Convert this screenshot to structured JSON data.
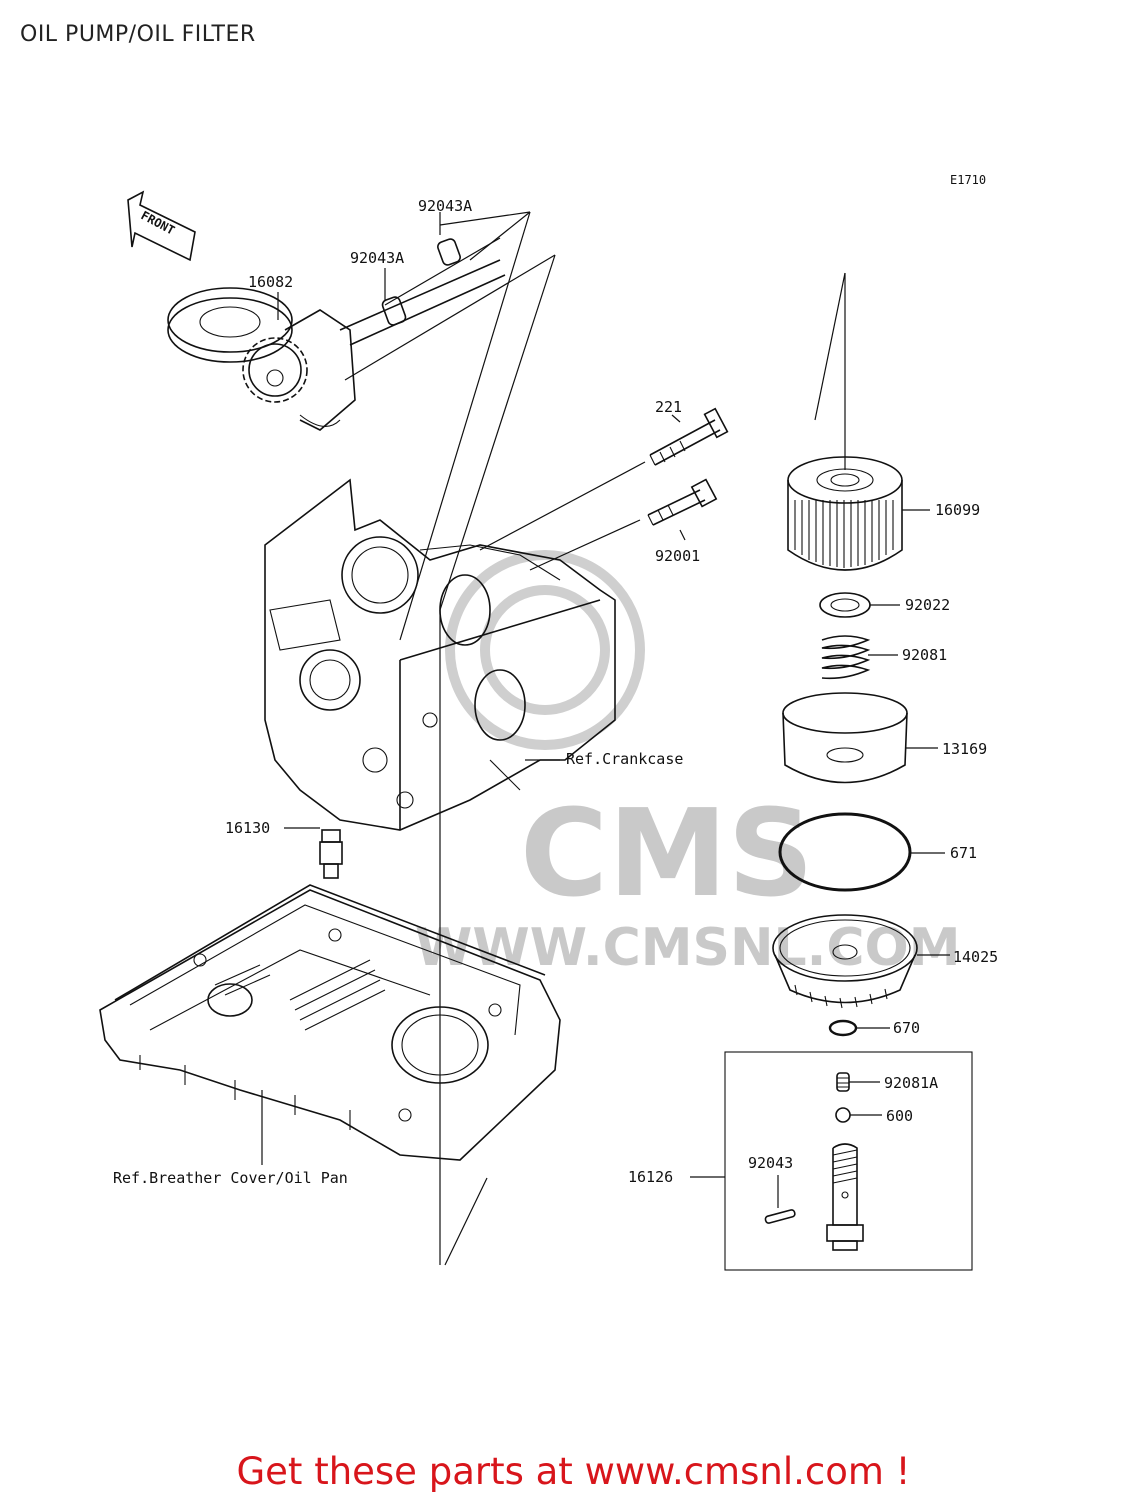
{
  "page": {
    "title": "OIL PUMP/OIL FILTER"
  },
  "diagram": {
    "code": "E1710",
    "front_label": "FRONT",
    "watermark": {
      "brand": "CMS",
      "url": "WWW.CMSNL.COM",
      "color": "#c9c9c9"
    },
    "parts": {
      "p92043a_top": "92043A",
      "p92043a_low": "92043A",
      "p16082": "16082",
      "p221": "221",
      "p92001": "92001",
      "p16099": "16099",
      "p92022": "92022",
      "p92081": "92081",
      "p13169": "13169",
      "p671": "671",
      "p14025": "14025",
      "p670": "670",
      "p92081a": "92081A",
      "p600": "600",
      "p16126": "16126",
      "p92043": "92043",
      "p16130": "16130"
    },
    "refs": {
      "crankcase": "Ref.Crankcase",
      "breather": "Ref.Breather Cover/Oil Pan"
    }
  },
  "footer": {
    "text": "Get these parts at www.cmsnl.com !",
    "color": "#d8151b"
  }
}
